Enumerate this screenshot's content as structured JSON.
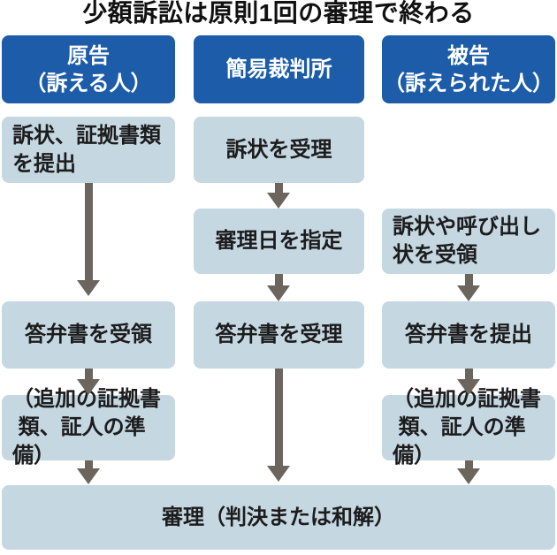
{
  "title": "少額訴訟は原則1回の審理で終わる",
  "colors": {
    "header_bg": "#1c5ca8",
    "header_text": "#ffffff",
    "box_bg": "#c5d7e1",
    "arrow": "#6b655d",
    "text": "#1c1c1c",
    "background": "#ffffff"
  },
  "columns": {
    "plaintiff": {
      "header": "原告\n（訴える人）",
      "steps": {
        "submit_complaint": "訴状、証拠書類\nを提出",
        "receive_answer": "答弁書を受領",
        "prepare_evidence": "（追加の証拠書\n 類、証人の準備）"
      }
    },
    "court": {
      "header": "簡易裁判所",
      "steps": {
        "accept_complaint": "訴状を受理",
        "set_hearing_date": "審理日を指定",
        "accept_answer": "答弁書を受理"
      }
    },
    "defendant": {
      "header": "被告\n（訴えられた人）",
      "steps": {
        "receive_summons": "訴状や呼び出し\n状を受領",
        "submit_answer": "答弁書を提出",
        "prepare_evidence": "（追加の証拠書\n 類、証人の準備）"
      }
    }
  },
  "final_step": "審理（判決または和解）"
}
